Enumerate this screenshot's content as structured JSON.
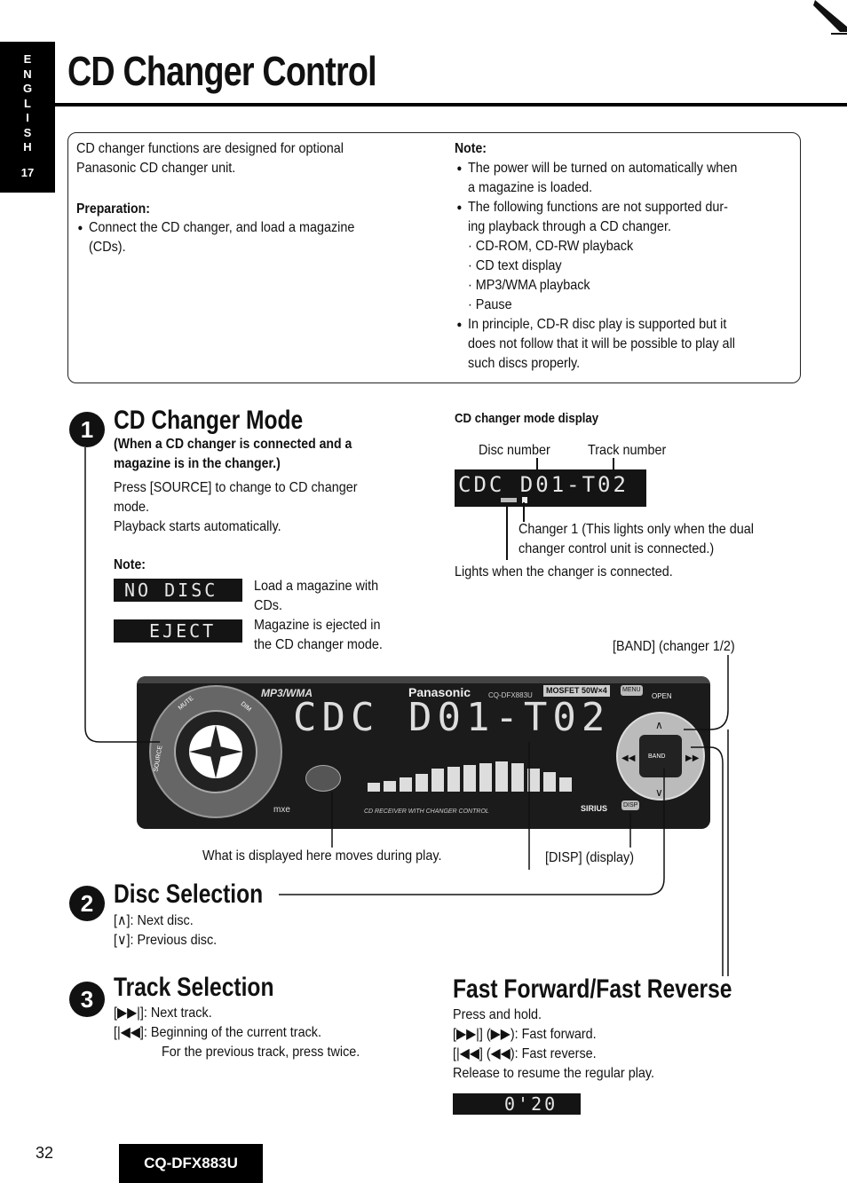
{
  "side_tab": {
    "language": "ENGLISH",
    "number": "17"
  },
  "page_title": "CD Changer Control",
  "intro": {
    "text": [
      "CD changer functions are designed for optional",
      "Panasonic CD changer unit."
    ],
    "preparation_heading": "Preparation:",
    "preparation_text": [
      "Connect the CD changer, and load a magazine",
      "(CDs)."
    ],
    "note_heading": "Note:",
    "note_bullets": [
      [
        "The power will be turned on automatically when",
        "a magazine is loaded."
      ],
      [
        "The following functions are not supported dur-",
        "ing playback through a CD changer.",
        "· CD-ROM, CD-RW playback",
        "· CD text display",
        "· MP3/WMA playback",
        "· Pause"
      ],
      [
        "In principle, CD-R disc play is supported but it",
        "does not follow that it will be possible to play all",
        "such discs properly."
      ]
    ]
  },
  "section1": {
    "number": "1",
    "title": "CD Changer Mode",
    "subtitle": [
      "(When a CD changer is connected and a",
      "magazine is in the changer.)"
    ],
    "press_text": [
      "Press [SOURCE] to change to CD changer",
      "mode."
    ],
    "playback": "Playback starts automatically.",
    "note_heading": "Note:",
    "lcd_no_disc": "NO DISC",
    "no_disc_desc": [
      "Load a magazine with",
      "CDs."
    ],
    "lcd_eject": "EJECT",
    "eject_desc": [
      "Magazine is ejected in",
      "the CD changer mode."
    ]
  },
  "display_panel": {
    "heading": "CD changer mode display",
    "disc_number": "Disc number",
    "track_number": "Track number",
    "lcd": "CDC D01-T02",
    "changer_note": [
      "Changer 1 (This lights only when the dual",
      "changer control unit is connected.)"
    ],
    "lights_note": "Lights when the changer is connected.",
    "band_label": "[BAND] (changer 1/2)"
  },
  "radio": {
    "brand": "Panasonic",
    "model_small": "CQ-DFX883U",
    "format": "MP3/WMA",
    "display": "CDC D01-T02",
    "power": "MOSFET 50W×4",
    "bottom_text": "CD RECEIVER WITH CHANGER CONTROL",
    "sirius": "SIRIUS",
    "disp": "DISP",
    "open": "OPEN",
    "menu": "MENU",
    "source": "SOURCE",
    "mute": "MUTE",
    "dim": "DIM",
    "mxe": "mxe",
    "band": "BAND"
  },
  "captions": {
    "moves": "What is displayed here moves during play.",
    "disp": "[DISP] (display)"
  },
  "section2": {
    "number": "2",
    "title": "Disc Selection",
    "next": "[∧]: Next disc.",
    "prev": "[∨]: Previous disc."
  },
  "section3": {
    "number": "3",
    "title": "Track Selection",
    "next": "[▶▶|]: Next track.",
    "begin": "[|◀◀]: Beginning of the current track.",
    "prev": "For the previous track, press twice."
  },
  "fast": {
    "title": "Fast Forward/Fast Reverse",
    "hold": "Press and hold.",
    "forward": "[▶▶|] (▶▶): Fast forward.",
    "reverse": "[|◀◀] (◀◀): Fast reverse.",
    "release": "Release to resume the regular play.",
    "lcd": "0'20"
  },
  "footer": {
    "page_number": "32",
    "model": "CQ-DFX883U"
  }
}
